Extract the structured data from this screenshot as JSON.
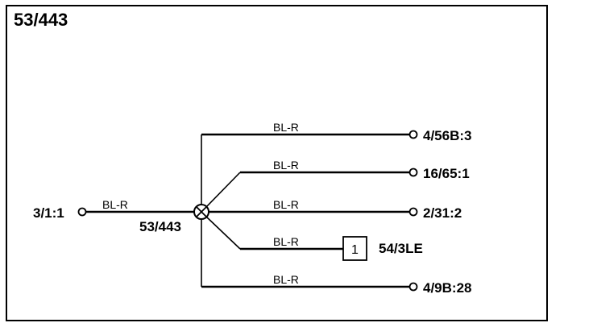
{
  "diagram": {
    "title": "53/443",
    "splice_label": "53/443",
    "source": {
      "label": "3/1:1",
      "wire": "BL-R"
    },
    "branches": [
      {
        "label": "4/56B:3",
        "wire": "BL-R"
      },
      {
        "label": "16/65:1",
        "wire": "BL-R"
      },
      {
        "label": "2/31:2",
        "wire": "BL-R"
      },
      {
        "label": "54/3LE",
        "wire": "BL-R",
        "box": "1"
      },
      {
        "label": "4/9B:28",
        "wire": "BL-R"
      }
    ]
  }
}
